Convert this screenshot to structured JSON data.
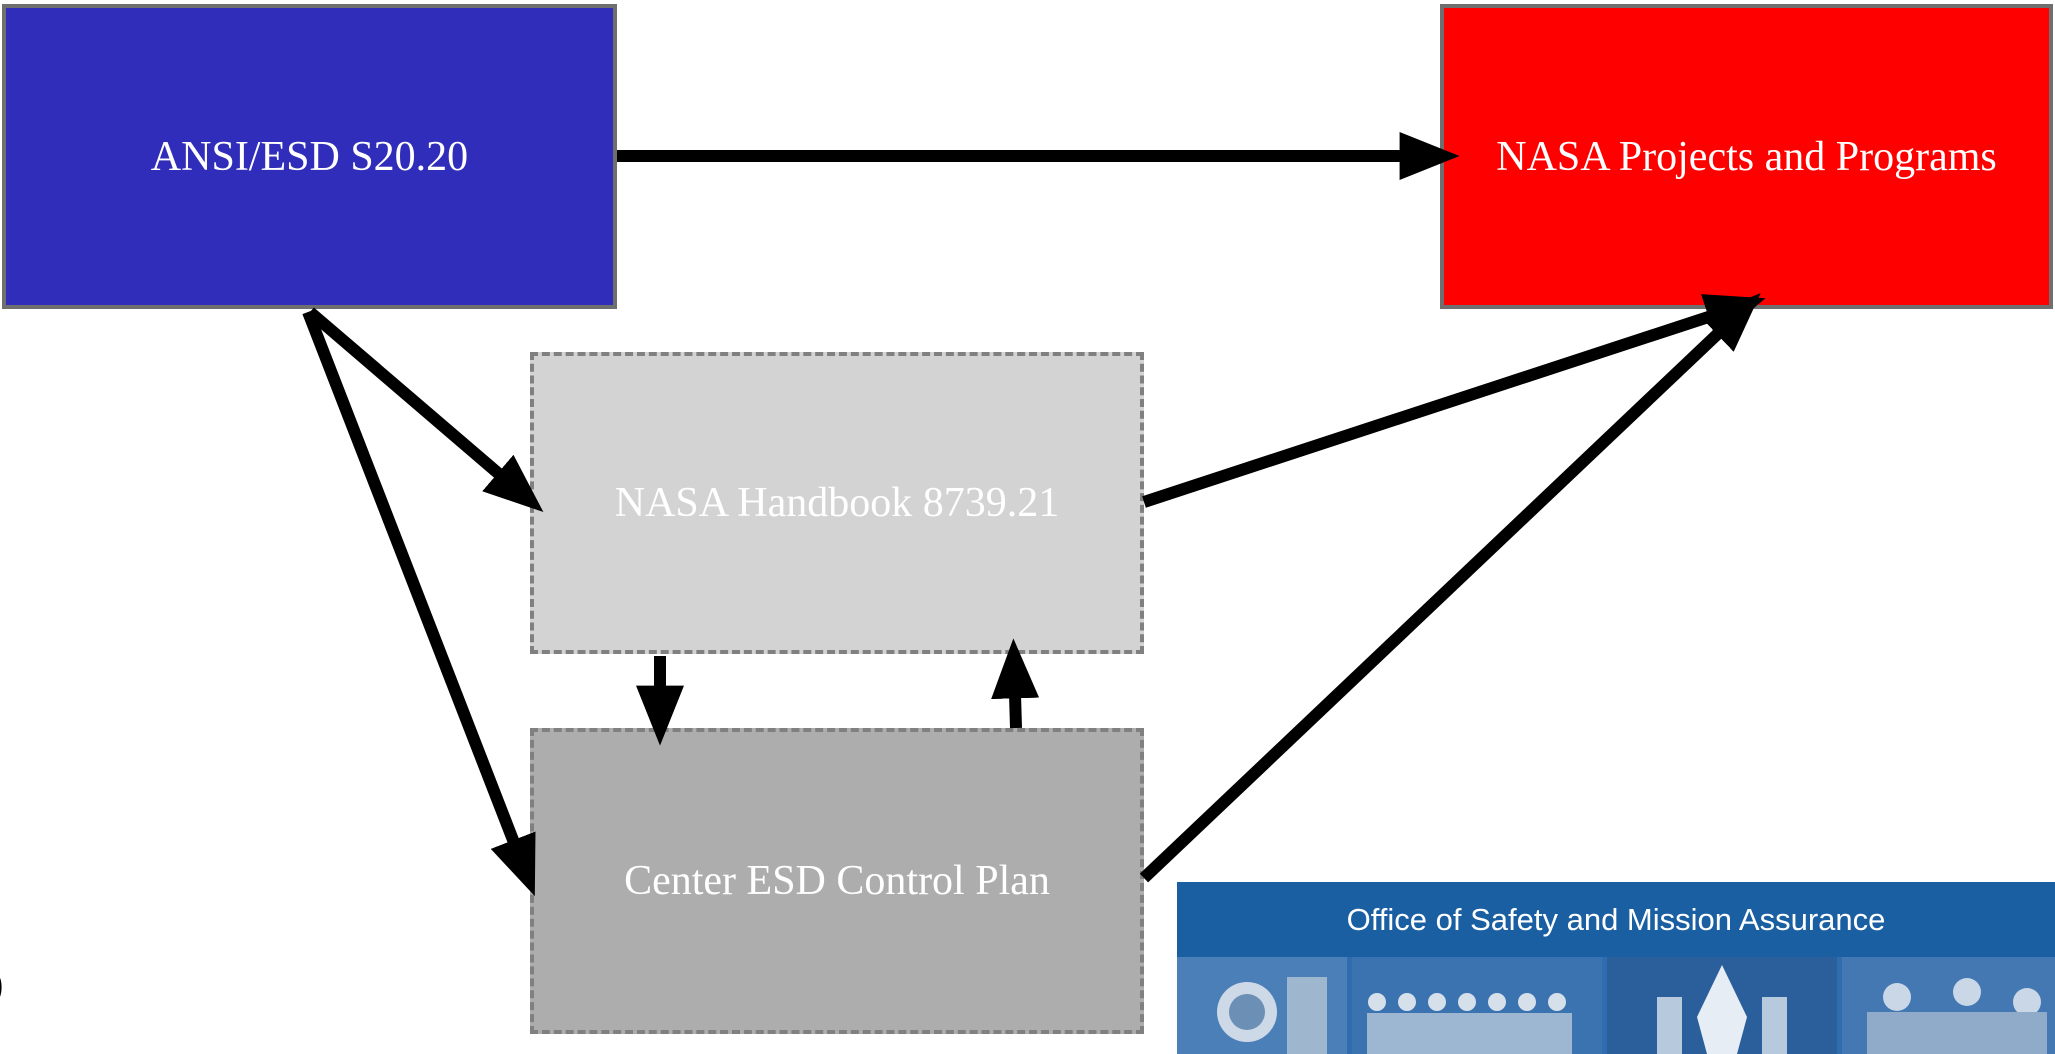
{
  "boxes": {
    "ansi": "ANSI/ESD S20.20",
    "nasa_projects": "NASA Projects and Programs",
    "handbook": "NASA Handbook 8739.21",
    "center_plan": "Center ESD Control Plan"
  },
  "banner": {
    "title": "Office of Safety and Mission Assurance"
  },
  "edge_glyph": ")",
  "colors": {
    "ansi": "#2f2dba",
    "nasa_projects": "#ff0000",
    "handbook": "#d3d3d3",
    "center_plan": "#adadad",
    "banner": "#1b5fa3"
  }
}
